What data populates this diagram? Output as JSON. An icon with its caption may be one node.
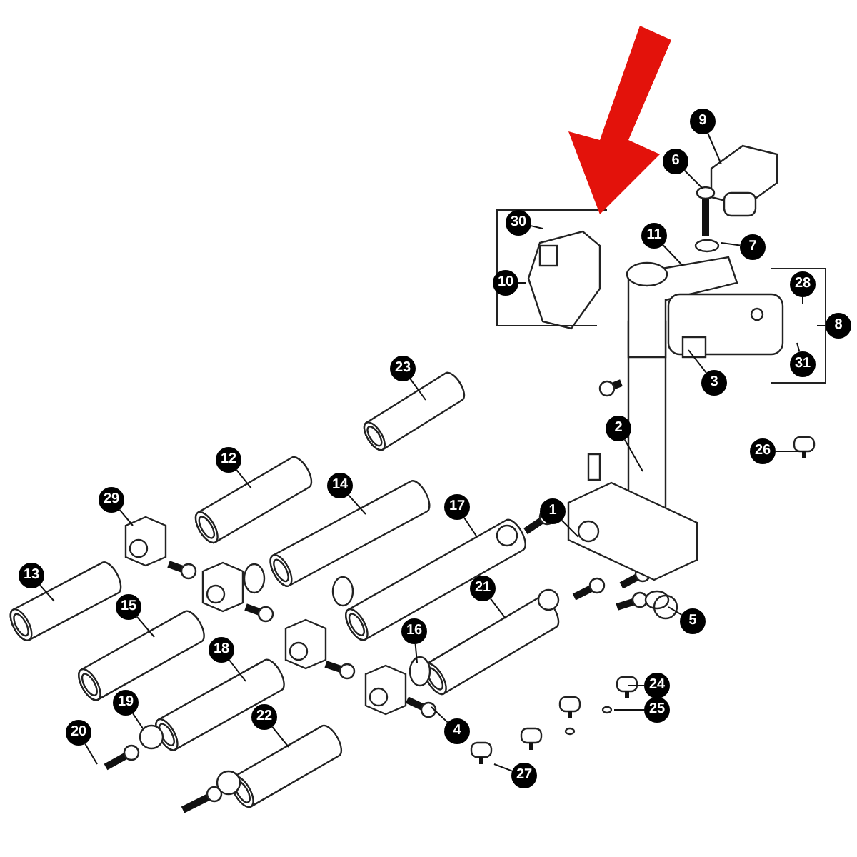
{
  "diagram": {
    "nodes": [
      {
        "text": [
          "1"
        ]
      },
      {
        "text": [
          "2"
        ]
      },
      {
        "text": [
          "3"
        ]
      },
      {
        "text": [
          "4"
        ]
      },
      {
        "text": [
          "5"
        ]
      },
      {
        "text": [
          "6"
        ]
      },
      {
        "text": [
          "7"
        ]
      },
      {
        "text": [
          "8"
        ]
      },
      {
        "text": [
          "9"
        ]
      },
      {
        "text": [
          "10"
        ]
      },
      {
        "text": [
          "11"
        ]
      },
      {
        "text": [
          "12"
        ]
      },
      {
        "text": [
          "13"
        ]
      },
      {
        "text": [
          "14"
        ]
      },
      {
        "text": [
          "15"
        ]
      },
      {
        "text": [
          "16"
        ]
      },
      {
        "text": [
          "17"
        ]
      },
      {
        "text": [
          "18"
        ]
      },
      {
        "text": [
          "19"
        ]
      },
      {
        "text": [
          "20"
        ]
      },
      {
        "text": [
          "21"
        ]
      },
      {
        "text": [
          "22"
        ]
      },
      {
        "text": [
          "23"
        ]
      },
      {
        "text": [
          "24"
        ]
      },
      {
        "text": [
          "25"
        ]
      },
      {
        "text": [
          "26"
        ]
      },
      {
        "text": [
          "27"
        ]
      },
      {
        "text": [
          "28"
        ]
      },
      {
        "text": [
          "29"
        ]
      },
      {
        "text": [
          "30"
        ]
      },
      {
        "text": [
          "31"
        ]
      }
    ],
    "edges": [
      {
        "from": 0,
        "to": null,
        "arrow": "none"
      },
      {
        "from": 1,
        "to": null,
        "arrow": "none"
      },
      {
        "from": 2,
        "to": null,
        "arrow": "none"
      },
      {
        "from": 3,
        "to": null,
        "arrow": "none"
      },
      {
        "from": 4,
        "to": null,
        "arrow": "none"
      },
      {
        "from": 5,
        "to": null,
        "arrow": "none"
      },
      {
        "from": 6,
        "to": null,
        "arrow": "none"
      },
      {
        "from": 7,
        "to": null,
        "arrow": "none"
      },
      {
        "from": 8,
        "to": null,
        "arrow": "none"
      },
      {
        "from": 9,
        "to": null,
        "arrow": "none"
      },
      {
        "from": 10,
        "to": null,
        "arrow": "none"
      },
      {
        "from": 11,
        "to": null,
        "arrow": "none"
      },
      {
        "from": 12,
        "to": null,
        "arrow": "none"
      },
      {
        "from": 13,
        "to": null,
        "arrow": "none"
      },
      {
        "from": 14,
        "to": null,
        "arrow": "none"
      },
      {
        "from": 15,
        "to": null,
        "arrow": "none"
      },
      {
        "from": 16,
        "to": null,
        "arrow": "none"
      },
      {
        "from": 17,
        "to": null,
        "arrow": "none"
      },
      {
        "from": 18,
        "to": null,
        "arrow": "none"
      },
      {
        "from": 19,
        "to": null,
        "arrow": "none"
      },
      {
        "from": 20,
        "to": null,
        "arrow": "none"
      },
      {
        "from": 21,
        "to": null,
        "arrow": "none"
      },
      {
        "from": 22,
        "to": null,
        "arrow": "none"
      },
      {
        "from": 23,
        "to": null,
        "arrow": "none"
      },
      {
        "from": 24,
        "to": null,
        "arrow": "none"
      },
      {
        "from": 25,
        "to": null,
        "arrow": "none"
      },
      {
        "from": 26,
        "to": null,
        "arrow": "none"
      },
      {
        "from": 27,
        "to": null,
        "arrow": "none"
      },
      {
        "from": 28,
        "to": null,
        "arrow": "none"
      },
      {
        "from": 29,
        "to": null,
        "arrow": "none"
      },
      {
        "from": 30,
        "to": null,
        "arrow": "none"
      }
    ]
  }
}
